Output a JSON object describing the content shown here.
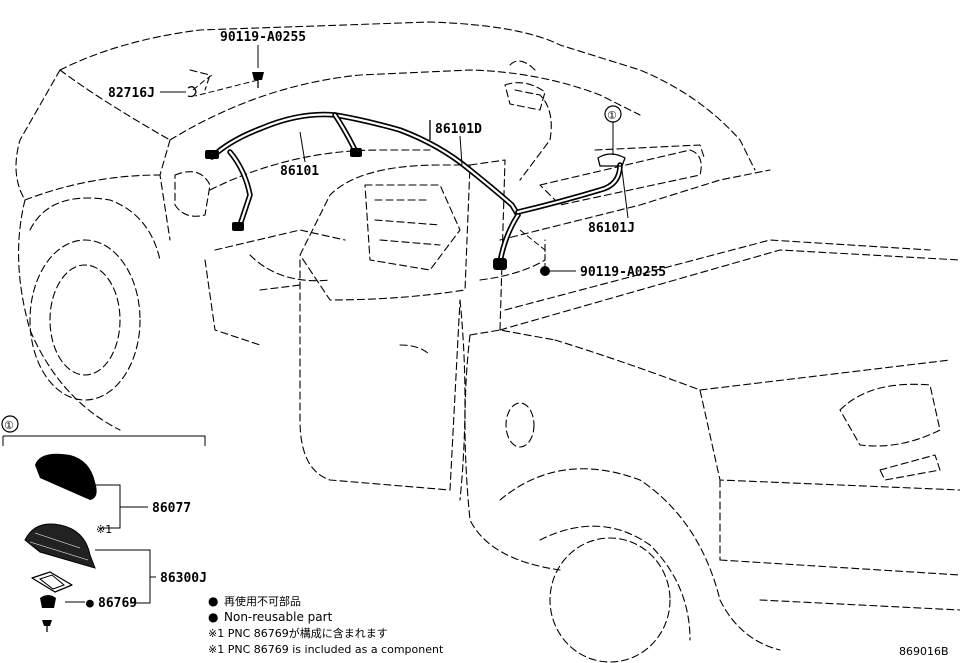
{
  "diagram_code": "869016B",
  "callout_circle": "①",
  "parts": {
    "bolt_top": "90119-A0255",
    "clip": "82716J",
    "harness_main": "86101",
    "harness_d": "86101D",
    "harness_j": "86101J",
    "bolt_right": "90119-A0255"
  },
  "detail": {
    "marker": "①",
    "cover": "86077",
    "cover_note": "※1",
    "antenna": "86300J",
    "gasket_mark": "●",
    "gasket": "86769"
  },
  "legend": {
    "bullet": "●",
    "jp_nonreusable": "再使用不可部品",
    "en_nonreusable": "Non-reusable part",
    "jp_note": "※1 PNC 86769が構成に含まれます",
    "en_note": "※1 PNC 86769 is included as a component"
  }
}
